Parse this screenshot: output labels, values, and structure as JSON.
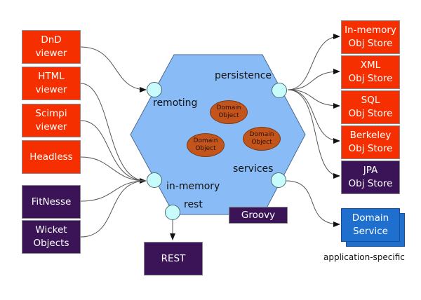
{
  "colors": {
    "adapter_red": "#f62f00",
    "adapter_purple": "#3a1457",
    "hexagon_fill": "#89bcf7",
    "port_fill": "#c8fbfb",
    "domain_object_fill": "#c3541b",
    "domain_service_blue": "#1f6fcf"
  },
  "viewers": [
    {
      "label": "DnD\nviewer"
    },
    {
      "label": "HTML\nviewer"
    },
    {
      "label": "Scimpi\nviewer"
    },
    {
      "label": "Headless"
    }
  ],
  "test_adapters": [
    {
      "label": "FitNesse"
    },
    {
      "label": "Wicket\nObjects"
    }
  ],
  "hexagon": {
    "ports": {
      "remoting": "remoting",
      "persistence": "persistence",
      "in_memory": "in-memory",
      "rest": "rest",
      "services": "services"
    },
    "domain_objects": [
      {
        "label": "Domain\nObject"
      },
      {
        "label": "Domain\nObject"
      },
      {
        "label": "Domain\nObject"
      }
    ],
    "groovy": "Groovy"
  },
  "rest_box": "REST",
  "object_stores": [
    {
      "label": "In-memory\nObj Store"
    },
    {
      "label": "XML\nObj Store"
    },
    {
      "label": "SQL\nObj Store"
    },
    {
      "label": "Berkeley\nObj Store"
    },
    {
      "label": "JPA\nObj Store"
    }
  ],
  "domain_service": {
    "label": "Domain\nService",
    "caption": "application-specific"
  }
}
